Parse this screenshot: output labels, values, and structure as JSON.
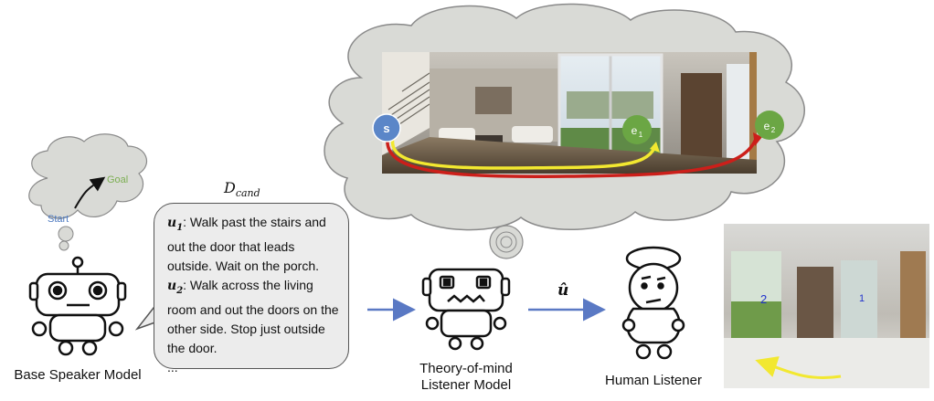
{
  "thought_cloud": {
    "goal_label": "Goal",
    "start_label": "Start"
  },
  "candidates": {
    "title_base": "D",
    "title_sub": "cand",
    "items": [
      {
        "symbol": "u",
        "sub": "1",
        "text": ": Walk past the stairs and out the door that leads outside. Wait on the porch."
      },
      {
        "symbol": "u",
        "sub": "2",
        "text": ": Walk across the living room and out the doors on the other side. Stop just outside the door."
      }
    ],
    "ellipsis": "..."
  },
  "nodes": {
    "start": "s",
    "end1_base": "e",
    "end1_sub": "1",
    "end2_base": "e",
    "end2_sub": "2"
  },
  "arrow_label": "û",
  "labels": {
    "speaker": "Base Speaker Model",
    "listener_tom_line1": "Theory-of-mind",
    "listener_tom_line2": "Listener Model",
    "human": "Human Listener"
  },
  "colors": {
    "yellow_path": "#f2e830",
    "red_path": "#cc1f1a",
    "start_node": "#5b86c8",
    "end_node": "#6ba644",
    "arrow": "#5a79c4",
    "goal_text": "#7cae52",
    "start_text": "#4c79c0"
  },
  "overlay_digits": [
    "2",
    "1"
  ]
}
